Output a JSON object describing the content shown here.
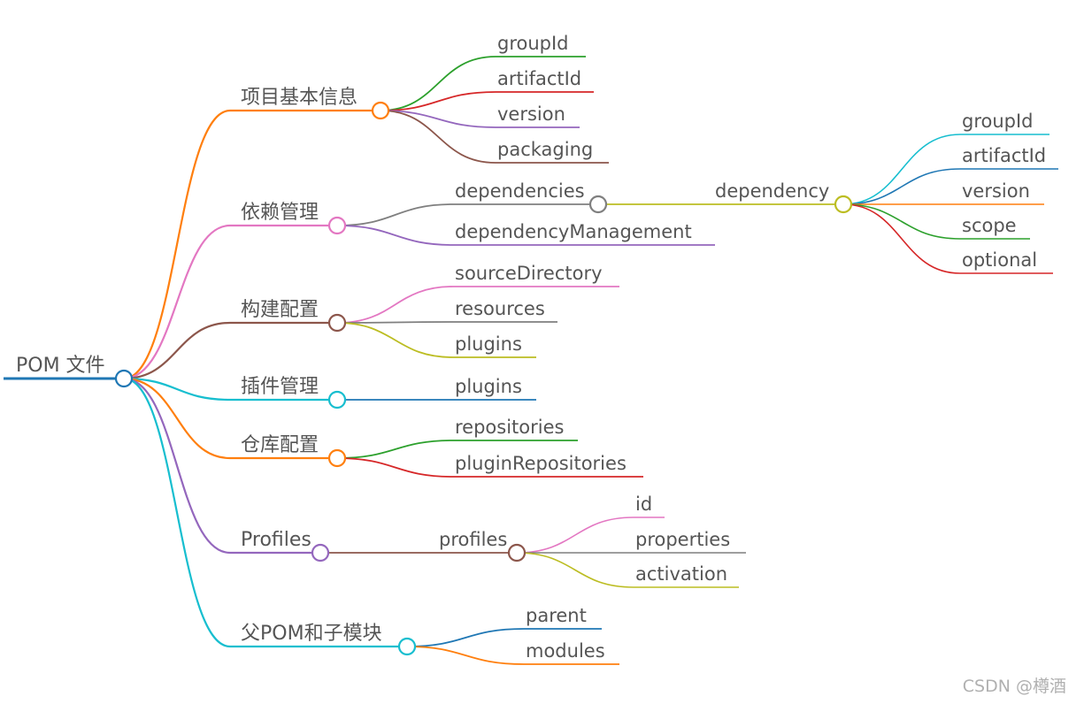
{
  "root": {
    "label": "POM 文件",
    "color": "#1f77b4"
  },
  "watermark": "CSDN @樽酒",
  "branches": [
    {
      "key": "basic",
      "label": "项目基本信息",
      "color": "#ff7f0e",
      "children": [
        {
          "label": "groupId",
          "color": "#2ca02c"
        },
        {
          "label": "artifactId",
          "color": "#d62728"
        },
        {
          "label": "version",
          "color": "#9467bd"
        },
        {
          "label": "packaging",
          "color": "#8c564b"
        }
      ]
    },
    {
      "key": "deps",
      "label": "依赖管理",
      "color": "#e377c2",
      "children": [
        {
          "label": "dependencies",
          "color": "#7f7f7f",
          "children": [
            {
              "label": "dependency",
              "color": "#bcbd22",
              "children": [
                {
                  "label": "groupId",
                  "color": "#17becf"
                },
                {
                  "label": "artifactId",
                  "color": "#1f77b4"
                },
                {
                  "label": "version",
                  "color": "#ff7f0e"
                },
                {
                  "label": "scope",
                  "color": "#2ca02c"
                },
                {
                  "label": "optional",
                  "color": "#d62728"
                }
              ]
            }
          ]
        },
        {
          "label": "dependencyManagement",
          "color": "#9467bd"
        }
      ]
    },
    {
      "key": "build",
      "label": "构建配置",
      "color": "#8c564b",
      "children": [
        {
          "label": "sourceDirectory",
          "color": "#e377c2"
        },
        {
          "label": "resources",
          "color": "#7f7f7f"
        },
        {
          "label": "plugins",
          "color": "#bcbd22"
        }
      ]
    },
    {
      "key": "pluginmgmt",
      "label": "插件管理",
      "color": "#17becf",
      "children": [
        {
          "label": "plugins",
          "color": "#1f77b4"
        }
      ]
    },
    {
      "key": "repo",
      "label": "仓库配置",
      "color": "#ff7f0e",
      "children": [
        {
          "label": "repositories",
          "color": "#2ca02c"
        },
        {
          "label": "pluginRepositories",
          "color": "#d62728"
        }
      ]
    },
    {
      "key": "profiles",
      "label": "Profiles",
      "color": "#9467bd",
      "children": [
        {
          "label": "profiles",
          "color": "#8c564b",
          "children": [
            {
              "label": "id",
              "color": "#e377c2"
            },
            {
              "label": "properties",
              "color": "#7f7f7f"
            },
            {
              "label": "activation",
              "color": "#bcbd22"
            }
          ]
        }
      ]
    },
    {
      "key": "parent",
      "label": "父POM和子模块",
      "color": "#17becf",
      "children": [
        {
          "label": "parent",
          "color": "#1f77b4"
        },
        {
          "label": "modules",
          "color": "#ff7f0e"
        }
      ]
    }
  ]
}
